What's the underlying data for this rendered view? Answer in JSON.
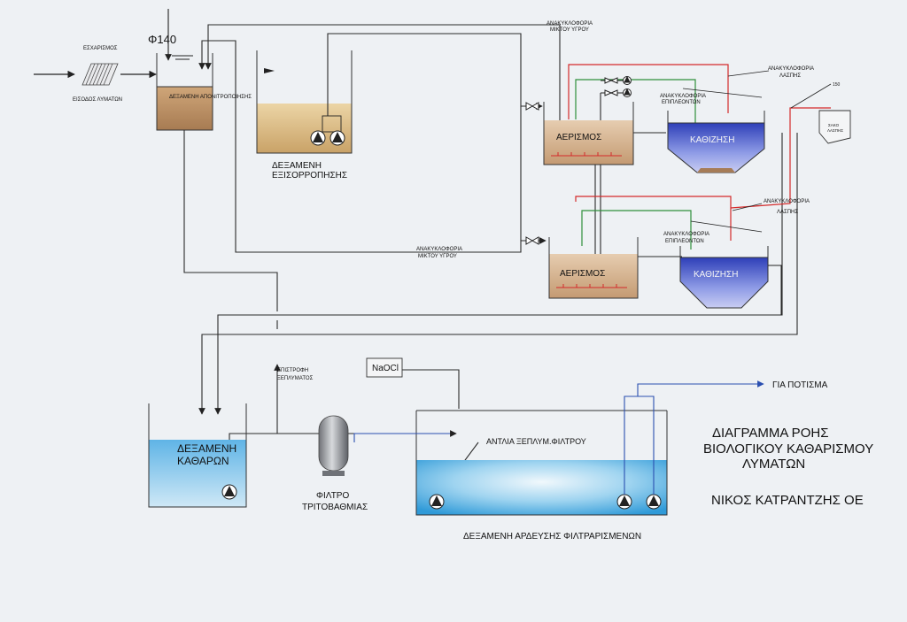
{
  "colors": {
    "background": "#eef1f4",
    "line_black": "#2a2a2a",
    "line_red": "#d42a2a",
    "line_green": "#2f8f3a",
    "line_blue": "#2a4fb0",
    "sludge_brown": "#b58a5c",
    "clean_water_blue": "#7fc4e8",
    "settler_blue": "#3a4fc4"
  },
  "labels": {
    "screening": "ΕΣΧΑΡΙΣΜΟΣ",
    "phi": "Φ140",
    "inlet": "ΕΙΣΟΔΟΣ ΛΥΜΑΤΩΝ",
    "denitrification_tank": "ΔΕΞΑΜΕΝΗ ΑΠΟΝΙΤΡΟΠΟΙΗΣΗΣ",
    "equalization_tank_1": "ΔΕΞΑΜΕΝΗ",
    "equalization_tank_2": "ΕΞΙΣΟΡΡΟΠΗΣΗΣ",
    "mixed_liquor_recirc_top_1": "ΑΝΑΚΥΚΛΟΦΟΡΙΑ",
    "mixed_liquor_recirc_top_2": "ΜΙΚΤΟΥ ΥΓΡΟΥ",
    "sludge_recirc_top_1": "ΑΝΑΚΥΚΛΟΦΟΡΙΑ",
    "sludge_recirc_top_2": "ΛΑΣΠΗΣ",
    "supernatant_recirc_top_1": "ΑΝΑΚΥΚΛΟΦΟΡΙΑ",
    "supernatant_recirc_top_2": "ΕΠΙΠΛΕΟΝΤΩΝ",
    "aeration_top": "ΑΕΡΙΣΜΟΣ",
    "settling_top": "ΚΑΘΙΖΗΣΗ",
    "sludge_bag_1": "ΣΑΚΟ",
    "sludge_bag_2": "ΛΑΣΠΗΣ",
    "small_value": "150",
    "sludge_recirc_bottom_1": "ΑΝΑΚΥΚΛΟΦΟΡΙΑ",
    "sludge_recirc_bottom_2": "ΛΑΣΠΗΣ",
    "supernatant_recirc_bottom_1": "ΑΝΑΚΥΚΛΟΦΟΡΙΑ",
    "supernatant_recirc_bottom_2": "ΕΠΙΠΛΕΟΝΤΩΝ",
    "mixed_liquor_recirc_bottom_1": "ΑΝΑΚΥΚΛΟΦΟΡΙΑ",
    "mixed_liquor_recirc_bottom_2": "ΜΙΚΤΟΥ ΥΓΡΟΥ",
    "aeration_bottom": "ΑΕΡΙΣΜΟΣ",
    "settling_bottom": "ΚΑΘΙΖΗΣΗ",
    "naocl": "NaOCl",
    "backwash_return_1": "ΕΠΙΣΤΡΟΦΗ",
    "backwash_return_2": "ΞΕΠΛΥΜΑΤΟΣ",
    "irrigation": "ΓΙΑ ΠΟΤΙΣΜΑ",
    "clean_tank_1": "ΔΕΞΑΜΕΝΗ",
    "clean_tank_2": "ΚΑΘΑΡΩΝ",
    "filter_1": "ΦΙΛΤΡΟ",
    "filter_2": "ΤΡΙΤΟΒΑΘΜΙΑΣ",
    "filter_wash_pump": "ΑΝΤΛΙΑ ΞΕΠΛΥΜ.ΦΙΛΤΡΟΥ",
    "irrigation_tank": "ΔΕΞΑΜΕΝΗ ΑΡΔΕΥΣΗΣ ΦΙΛΤΡΑΡΙΣΜΕΝΩΝ",
    "title_1": "ΔΙΑΓΡΑΜΜΑ ΡΟΗΣ",
    "title_2": "ΒΙΟΛΟΓΙΚΟΥ ΚΑΘΑΡΙΣΜΟΥ",
    "title_3": "ΛΥΜΑΤΩΝ",
    "company": "ΝΙΚΟΣ ΚΑΤΡΑΝΤΖΗΣ ΟΕ"
  },
  "icons": [
    "pump-icon",
    "valve-icon",
    "screen-grid-icon",
    "flow-arrow-icon",
    "sand-filter-icon"
  ]
}
